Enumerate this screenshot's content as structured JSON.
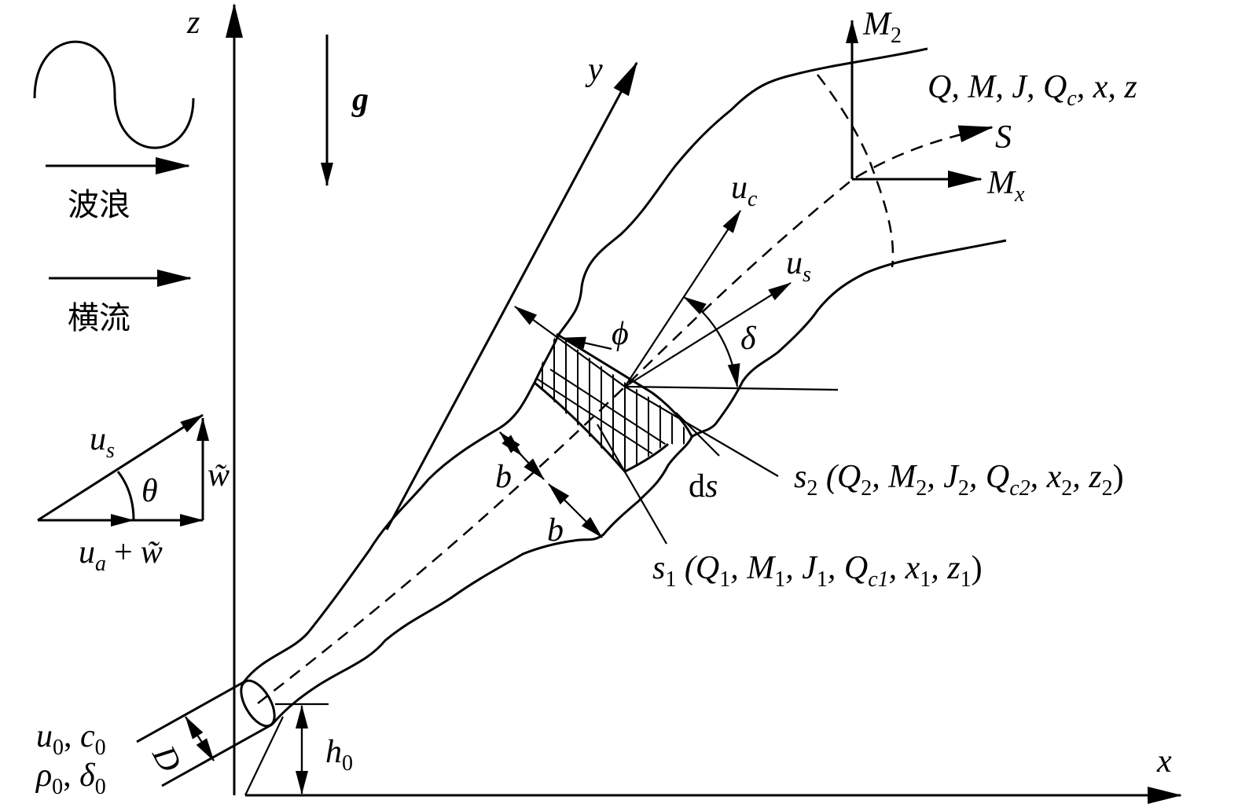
{
  "axes": {
    "x_label": "x",
    "y_label": "y",
    "z_label": "z"
  },
  "gravity_label": "g",
  "legend": {
    "wave_label": "波浪",
    "crossflow_label": "横流"
  },
  "velocity_triangle": {
    "us": "u",
    "us_sub": "s",
    "theta": "θ",
    "w_tilde": "w̃",
    "ua": "u",
    "ua_sub": "a",
    "plus": "+",
    "ua_w": "w̃"
  },
  "source": {
    "line1_u": "u",
    "line1_u_sub": "0",
    "line1_c": "c",
    "line1_c_sub": "0",
    "line2_rho": "ρ",
    "line2_rho_sub": "0",
    "line2_delta": "δ",
    "line2_delta_sub": "0",
    "comma": ", ",
    "diameter": "D",
    "h0": "h",
    "h0_sub": "0"
  },
  "top_right": {
    "M2": "M",
    "M2_sub": "2",
    "Mx": "M",
    "Mx_sub": "x",
    "S": "S",
    "vars": "Q, M, J, Q",
    "vars_c": "c",
    "vars_tail": ", x, z"
  },
  "element": {
    "uc": "u",
    "uc_sub": "c",
    "us": "u",
    "us_sub": "s",
    "phi": "ϕ",
    "delta": "δ",
    "b_upper": "b",
    "b_lower": "b",
    "ds_d": "d",
    "ds_s": "s"
  },
  "sections": {
    "s2_name": "s",
    "s2_sub": "2",
    "s2_open": " (Q",
    "s2_q_sub": "2",
    "s2_m": ", M",
    "s2_m_sub": "2",
    "s2_j": ", J",
    "s2_j_sub": "2",
    "s2_qc": ", Q",
    "s2_qc_sub": "c2",
    "s2_x": ", x",
    "s2_x_sub": "2",
    "s2_z": ", z",
    "s2_z_sub": "2",
    "s2_close": ")",
    "s1_name": "s",
    "s1_sub": "1",
    "s1_open": " (Q",
    "s1_q_sub": "1",
    "s1_m": ", M",
    "s1_m_sub": "1",
    "s1_j": ", J",
    "s1_j_sub": "1",
    "s1_qc": ", Q",
    "s1_qc_sub": "c1",
    "s1_x": ", x",
    "s1_x_sub": "1",
    "s1_z": ", z",
    "s1_z_sub": "1",
    "s1_close": ")"
  }
}
